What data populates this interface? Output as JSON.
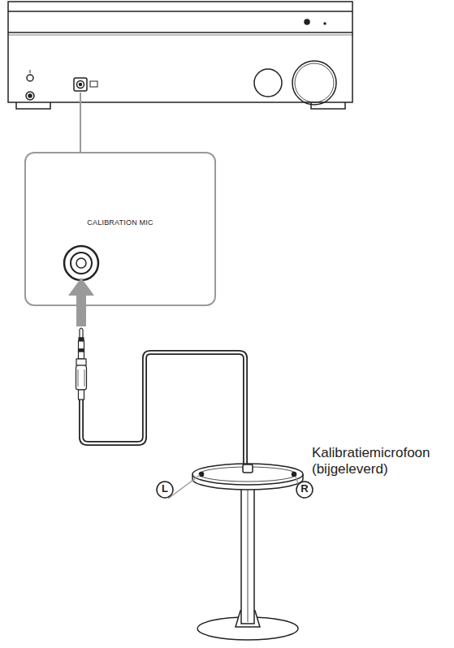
{
  "diagram": {
    "nodes": [
      {
        "text": [
          "CALIBRATION MIC"
        ]
      }
    ],
    "labels": [
      "L",
      "R",
      "Kalibratiemicrofoon (bijgeleverd)"
    ]
  }
}
